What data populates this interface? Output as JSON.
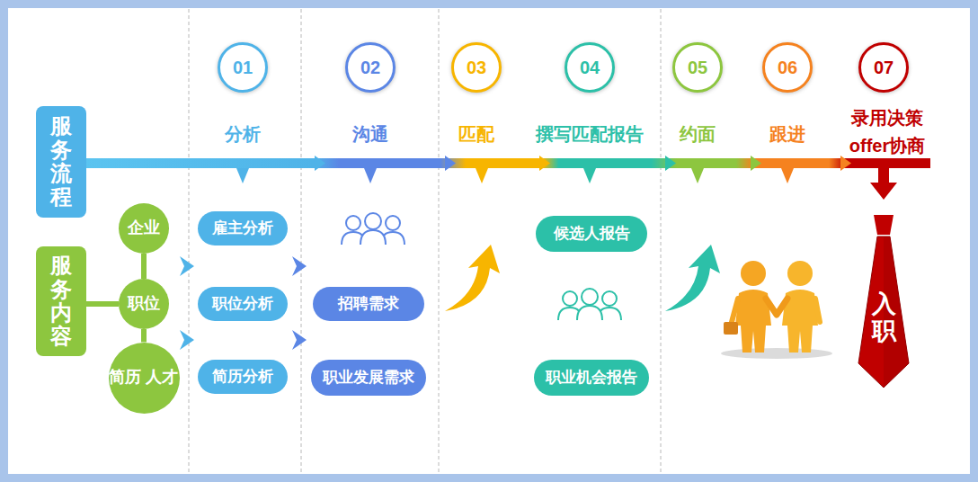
{
  "diagram": {
    "nodes": [
      {
        "text": [
          "服务流程"
        ]
      },
      {
        "text": [
          "01"
        ]
      },
      {
        "text": [
          "02"
        ]
      },
      {
        "text": [
          "03"
        ]
      },
      {
        "text": [
          "04"
        ]
      },
      {
        "text": [
          "05"
        ]
      },
      {
        "text": [
          "06"
        ]
      },
      {
        "text": [
          "07"
        ]
      },
      {
        "text": [
          "服务内容"
        ]
      },
      {
        "text": [
          "企业"
        ]
      },
      {
        "text": [
          "职位"
        ]
      },
      {
        "text": [
          "简历 人才"
        ]
      },
      {
        "text": [
          "雇主分析"
        ]
      },
      {
        "text": [
          "职位分析"
        ]
      },
      {
        "text": [
          "简历分析"
        ]
      },
      {
        "text": [
          "招聘需求"
        ]
      },
      {
        "text": [
          "职业发展需求"
        ]
      },
      {
        "text": [
          "候选人报告"
        ]
      },
      {
        "text": [
          "职业机会报告"
        ]
      },
      {
        "text": [
          "入职"
        ]
      }
    ],
    "edges": [
      {
        "from": 8,
        "to": 10,
        "arrow": "none"
      },
      {
        "from": 9,
        "to": 10,
        "arrow": "none"
      },
      {
        "from": 10,
        "to": 11,
        "arrow": "none"
      }
    ],
    "labels": [
      "分析",
      "沟通",
      "匹配",
      "撰写匹配报告",
      "约面",
      "跟进",
      "录用决策 offer协商"
    ]
  }
}
